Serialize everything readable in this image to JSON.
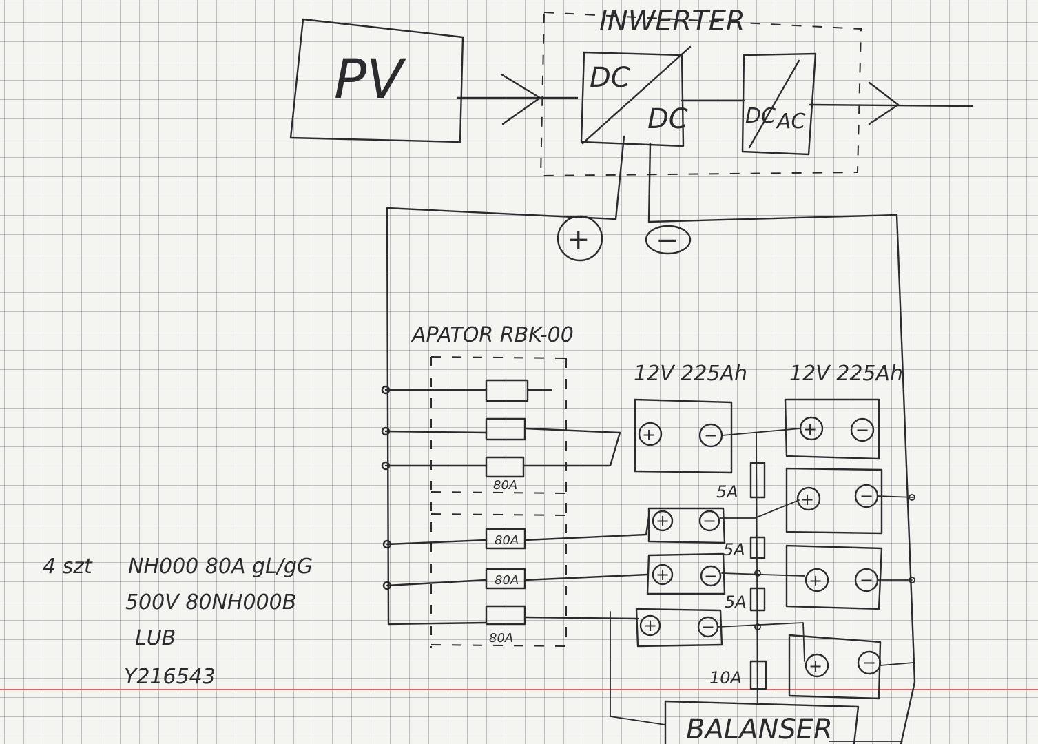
{
  "blocks": {
    "pv": "PV",
    "inverter_title": "INWERTER",
    "dcdc_in": "DC",
    "dcdc_out": "DC",
    "dcac_in": "DC",
    "dcac_out": "AC",
    "plus": "+",
    "minus": "−"
  },
  "fuse_box": {
    "title": "APATOR RBK-00",
    "fuse_ratings": [
      "80A",
      "80A",
      "80A",
      "80A"
    ]
  },
  "batteries": {
    "left_spec": "12V 225Ah",
    "right_spec": "12V 225Ah",
    "terminal_plus": "+",
    "terminal_minus": "−"
  },
  "small_fuses": [
    "5A",
    "5A",
    "5A",
    "10A"
  ],
  "balancer": "BALANSER",
  "notes": [
    "4 szt",
    "NH000 80A gL/gG",
    "500V 80NH000B",
    "LUB",
    "Y216543"
  ]
}
